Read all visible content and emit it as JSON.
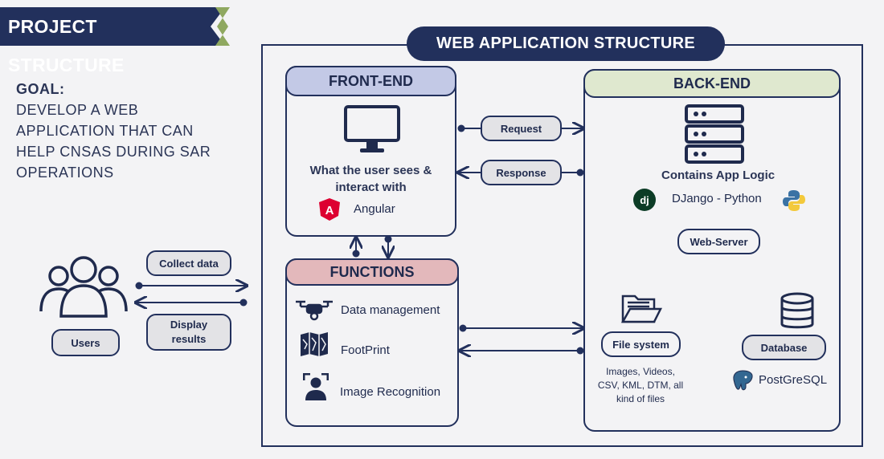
{
  "banner": {
    "title": "PROJECT STRUCTURE"
  },
  "goal": {
    "label": "GOAL:",
    "lines": [
      "DEVELOP A WEB",
      "APPLICATION THAT CAN",
      "HELP CNSAS DURING SAR",
      "OPERATIONS"
    ]
  },
  "structure": {
    "title": "WEB APPLICATION STRUCTURE"
  },
  "frontend": {
    "title": "FRONT-END",
    "desc1": "What the user sees &",
    "desc2": "interact with",
    "tech": "Angular",
    "tech_badge": "A"
  },
  "backend": {
    "title": "BACK-END",
    "desc": "Contains App Logic",
    "tech": "DJango - Python",
    "django_badge": "dj"
  },
  "functions": {
    "title": "FUNCTIONS",
    "items": [
      "Data management",
      "FootPrint",
      "Image Recognition"
    ]
  },
  "arrows": {
    "request": "Request",
    "response": "Response",
    "collect": "Collect data",
    "display": [
      "Display",
      "results"
    ]
  },
  "users": {
    "label": "Users"
  },
  "server": {
    "label": "Web-Server"
  },
  "filesystem": {
    "label": "File system",
    "desc": [
      "Images, Videos,",
      "CSV, KML, DTM, all",
      "kind of files"
    ]
  },
  "database": {
    "label": "Database",
    "tech": "PostGreSQL"
  },
  "colors": {
    "navy": "#22305c",
    "frontend": "#c3c9e6",
    "backend": "#dfe8cf",
    "functions": "#e3b8bb",
    "accent_green": "#8fa860",
    "angular": "#dd0031"
  }
}
